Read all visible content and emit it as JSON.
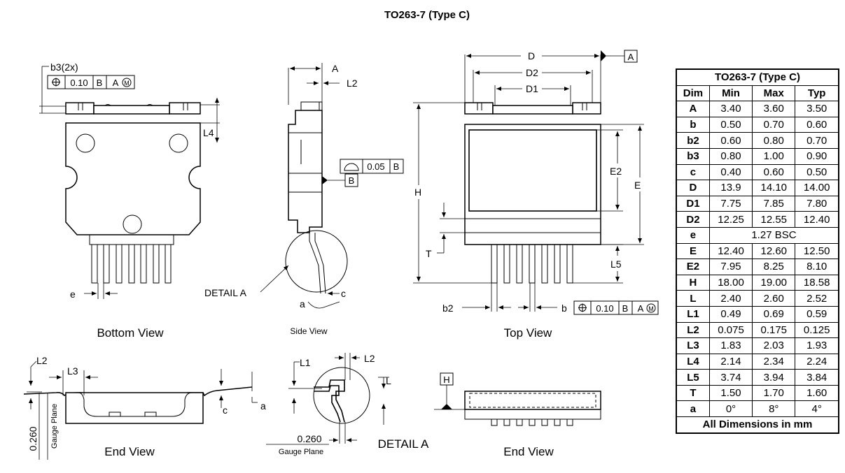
{
  "title": "TO263-7 (Type C)",
  "views": {
    "bottom": "Bottom View",
    "side": "Side View",
    "top": "Top View",
    "end_left": "End View",
    "end_right": "End View",
    "detail": "DETAIL A",
    "detail_callout": "DETAIL A"
  },
  "labels": {
    "b3": "b3(2x)",
    "A": "A",
    "L2": "L2",
    "L4": "L4",
    "B": "B",
    "e": "e",
    "c": "c",
    "a": "a",
    "D": "D",
    "D2": "D2",
    "D1": "D1",
    "E2": "E2",
    "E": "E",
    "H": "H",
    "T": "T",
    "L5": "L5",
    "b2": "b2",
    "b": "b",
    "L3": "L3",
    "L1": "L1",
    "L": "L",
    "gauge_value": "0.260",
    "gauge_plane": "Gauge Plane"
  },
  "tolerance_frames": {
    "b3": {
      "value": "0.10",
      "ref1": "B",
      "ref2": "A",
      "ref2_modifier": "M"
    },
    "flatness": {
      "value": "0.05",
      "ref": "B"
    },
    "b": {
      "value": "0.10",
      "ref1": "B",
      "ref2": "A",
      "ref2_modifier": "M"
    }
  },
  "datums": {
    "A": "A",
    "B": "B",
    "H": "H"
  },
  "table": {
    "title": "TO263-7 (Type C)",
    "headers": [
      "Dim",
      "Min",
      "Max",
      "Typ"
    ],
    "rows": [
      [
        "A",
        "3.40",
        "3.60",
        "3.50"
      ],
      [
        "b",
        "0.50",
        "0.70",
        "0.60"
      ],
      [
        "b2",
        "0.60",
        "0.80",
        "0.70"
      ],
      [
        "b3",
        "0.80",
        "1.00",
        "0.90"
      ],
      [
        "c",
        "0.40",
        "0.60",
        "0.50"
      ],
      [
        "D",
        "13.9",
        "14.10",
        "14.00"
      ],
      [
        "D1",
        "7.75",
        "7.85",
        "7.80"
      ],
      [
        "D2",
        "12.25",
        "12.55",
        "12.40"
      ],
      [
        "e",
        "1.27 BSC"
      ],
      [
        "E",
        "12.40",
        "12.60",
        "12.50"
      ],
      [
        "E2",
        "7.95",
        "8.25",
        "8.10"
      ],
      [
        "H",
        "18.00",
        "19.00",
        "18.58"
      ],
      [
        "L",
        "2.40",
        "2.60",
        "2.52"
      ],
      [
        "L1",
        "0.49",
        "0.69",
        "0.59"
      ],
      [
        "L2",
        "0.075",
        "0.175",
        "0.125"
      ],
      [
        "L3",
        "1.83",
        "2.03",
        "1.93"
      ],
      [
        "L4",
        "2.14",
        "2.34",
        "2.24"
      ],
      [
        "L5",
        "3.74",
        "3.94",
        "3.84"
      ],
      [
        "T",
        "1.50",
        "1.70",
        "1.60"
      ],
      [
        "a",
        "0°",
        "8°",
        "4°"
      ]
    ],
    "footer": "All Dimensions in mm"
  }
}
